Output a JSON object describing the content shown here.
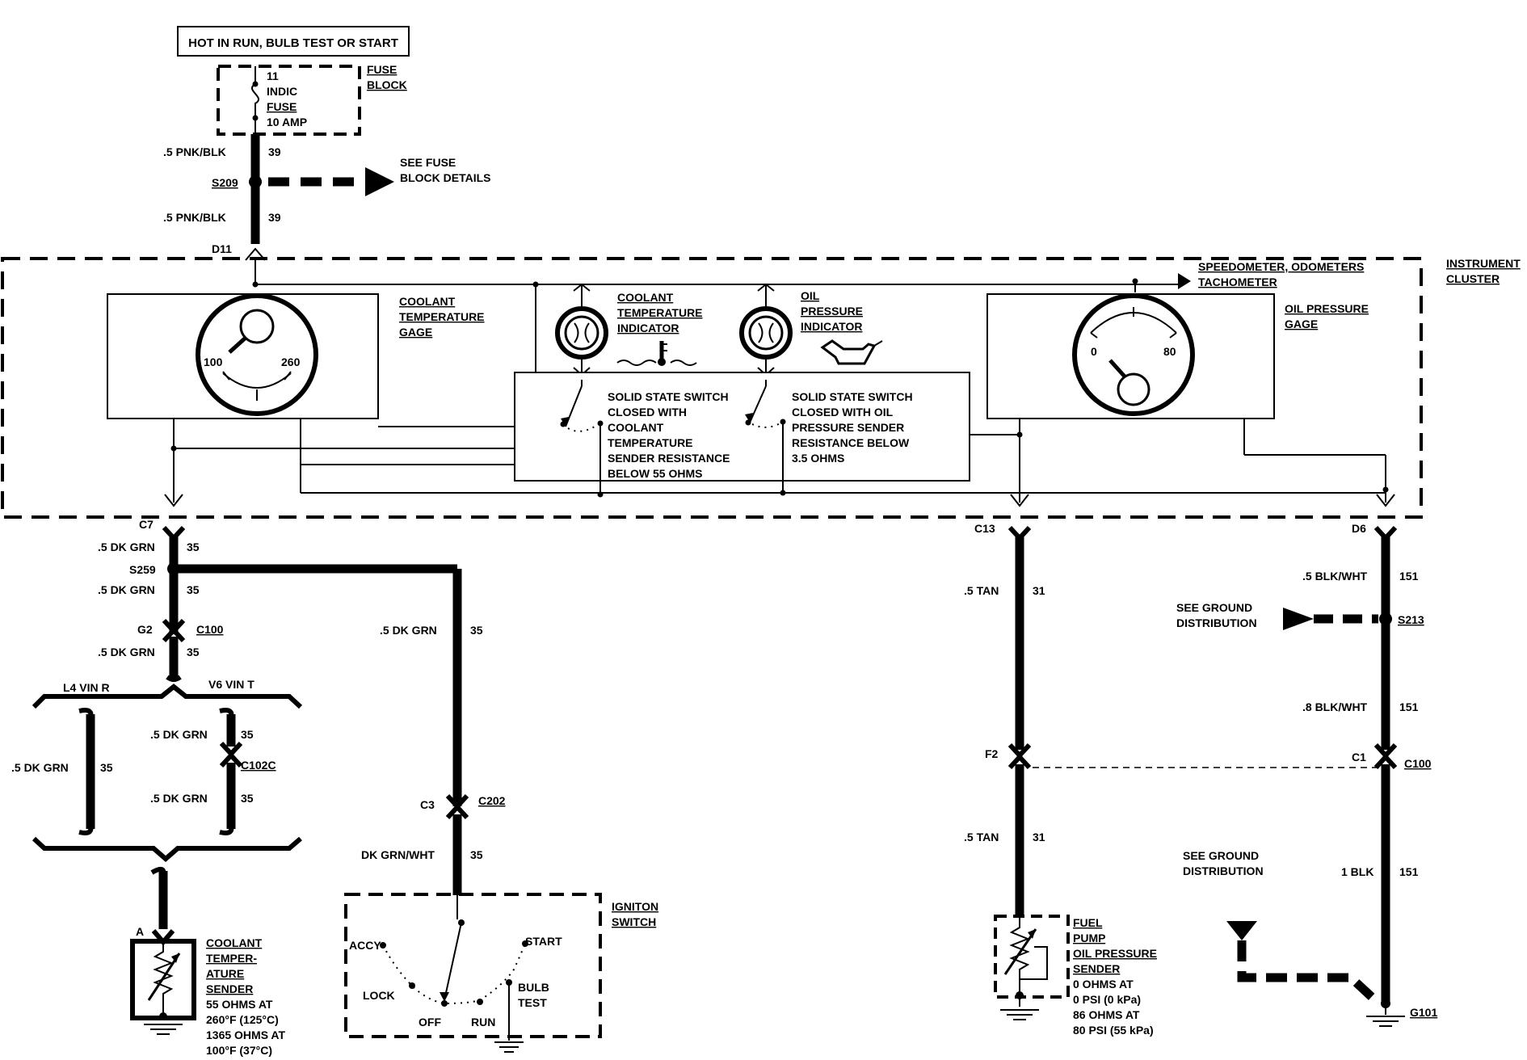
{
  "power": {
    "header": "HOT IN RUN, BULB TEST OR START",
    "fuse_lines": [
      "11",
      "INDIC",
      "FUSE",
      "10 AMP"
    ],
    "fuse_block_lines": [
      "FUSE",
      "BLOCK"
    ],
    "see_fuse_lines": [
      "SEE FUSE",
      "BLOCK DETAILS"
    ]
  },
  "wires": {
    "pnk_blk": ".5 PNK/BLK",
    "circuit_39": "39",
    "dk_grn": ".5 DK GRN",
    "circuit_35": "35",
    "dk_grn_wht": "DK GRN/WHT",
    "tan": ".5 TAN",
    "circuit_31": "31",
    "blk_wht_5": ".5 BLK/WHT",
    "blk_wht_8": ".8 BLK/WHT",
    "circuit_151": "151",
    "blk_1": "1 BLK"
  },
  "splices": {
    "s209": "S209",
    "s259": "S259",
    "s213": "S213"
  },
  "connectors": {
    "d11": "D11",
    "c7": "C7",
    "g2": "G2",
    "c100": "C100",
    "c102c": "C102C",
    "c3": "C3",
    "c202": "C202",
    "c13": "C13",
    "f2": "F2",
    "d6": "D6",
    "c1": "C1",
    "a": "A",
    "g101": "G101"
  },
  "cluster": {
    "title_lines": [
      "INSTRUMENT",
      "CLUSTER"
    ],
    "speedo_lines": [
      "SPEEDOMETER, ODOMETERS",
      "TACHOMETER"
    ],
    "coolant_gage_lines": [
      "COOLANT",
      "TEMPERATURE",
      "GAGE"
    ],
    "gage_low": "100",
    "gage_high": "260",
    "coolant_ind_lines": [
      "COOLANT",
      "TEMPERATURE",
      "INDICATOR"
    ],
    "oil_ind_lines": [
      "OIL",
      "PRESSURE",
      "INDICATOR"
    ],
    "oil_gage_lines": [
      "OIL PRESSURE",
      "GAGE"
    ],
    "oil_low": "0",
    "oil_high": "80",
    "switch1_lines": [
      "SOLID STATE SWITCH",
      "CLOSED WITH",
      "COOLANT",
      "TEMPERATURE",
      "SENDER RESISTANCE",
      "BELOW 55 OHMS"
    ],
    "switch2_lines": [
      "SOLID STATE SWITCH",
      "CLOSED WITH OIL",
      "PRESSURE SENDER",
      "RESISTANCE BELOW",
      "3.5 OHMS"
    ]
  },
  "engine": {
    "l4": "L4 VIN R",
    "v6": "V6 VIN T"
  },
  "coolant_sender_lines": [
    "COOLANT",
    "TEMPER-",
    "ATURE",
    "SENDER",
    "55 OHMS AT",
    "260°F (125°C)",
    "1365 OHMS AT",
    "100°F (37°C)"
  ],
  "ignition": {
    "title_lines": [
      "IGNITON",
      "SWITCH"
    ],
    "accy": "ACCY",
    "lock": "LOCK",
    "off": "OFF",
    "run": "RUN",
    "start": "START",
    "bulb_lines": [
      "BULB",
      "TEST"
    ]
  },
  "oil_sender_lines": [
    "FUEL",
    "PUMP",
    "OIL PRESSURE",
    "SENDER",
    "0 OHMS AT",
    "0 PSI (0 kPa)",
    "86 OHMS AT",
    "80 PSI (55 kPa)"
  ],
  "ground": {
    "see_lines": [
      "SEE GROUND",
      "DISTRIBUTION"
    ]
  }
}
